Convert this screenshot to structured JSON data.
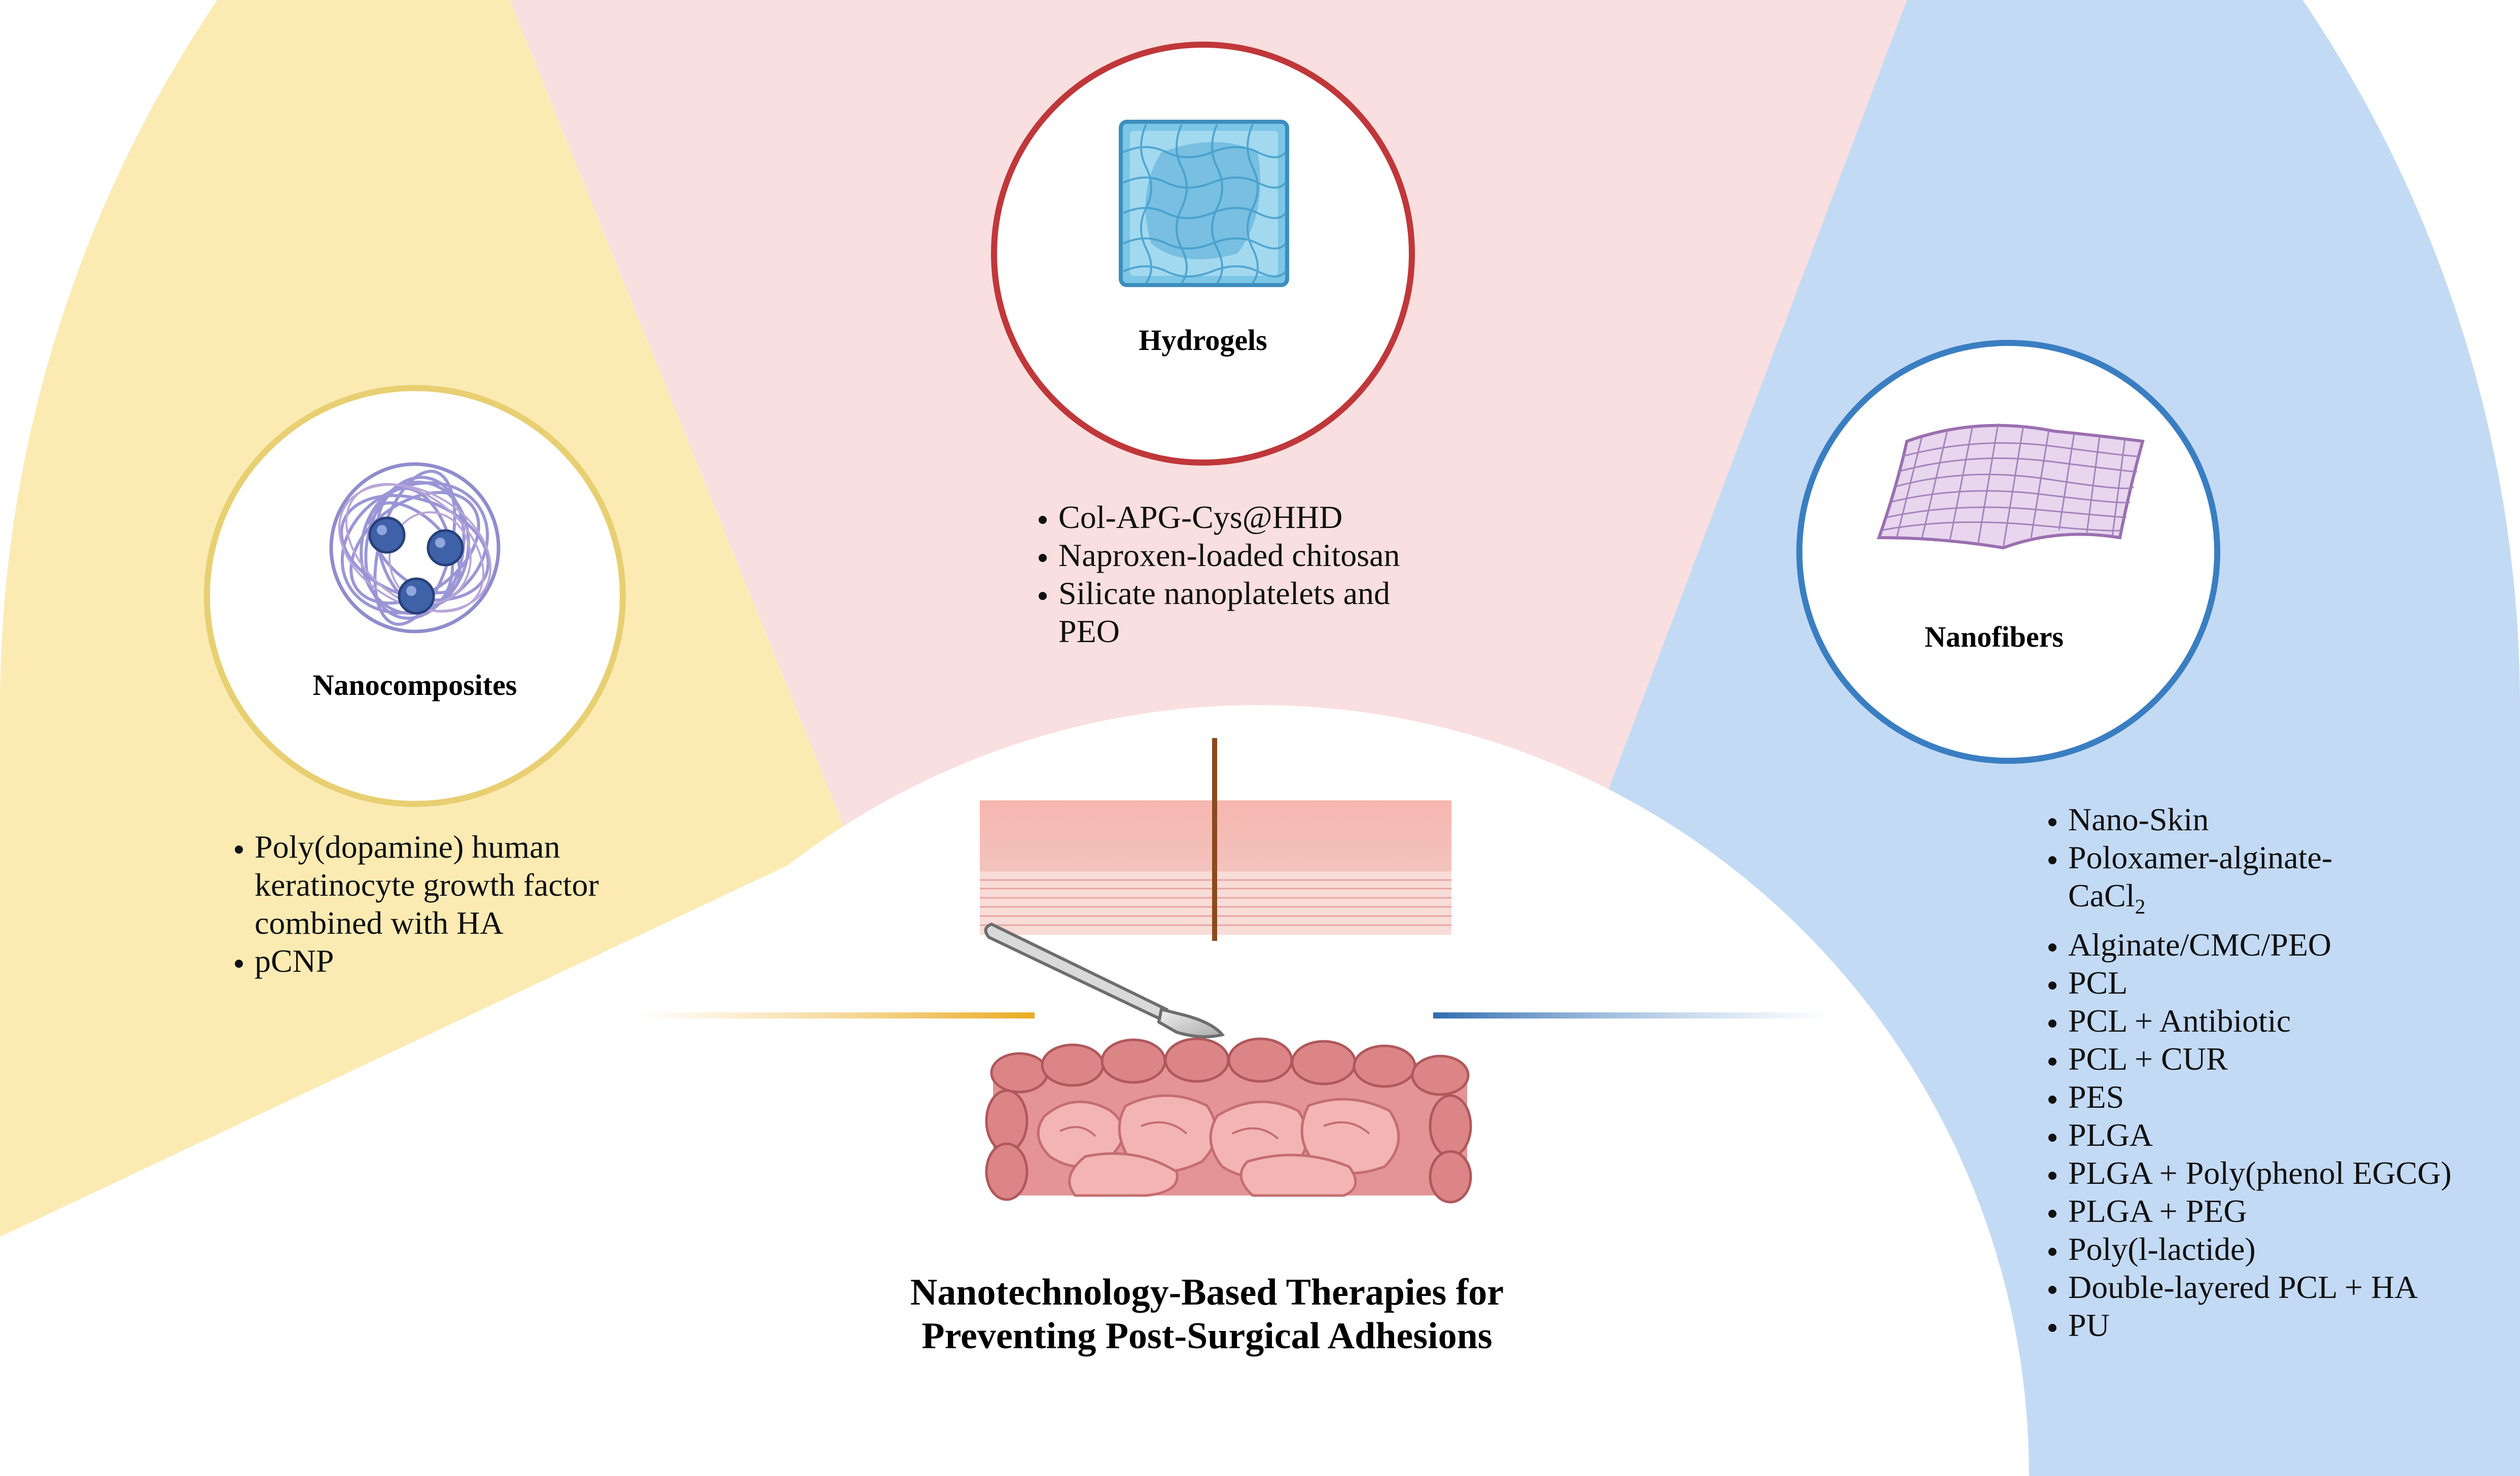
{
  "colors": {
    "nanocomposites_sector": "#fbebb3",
    "hydrogels_sector": "#f9dfdf",
    "nanofibers_sector": "#c3daf5",
    "nanocomposites_ring": "#e8cf72",
    "hydrogels_ring": "#c0373a",
    "nanofibers_ring": "#3a7ec2"
  },
  "title": {
    "line1": "Nanotechnology-Based Therapies for",
    "line2": "Preventing Post-Surgical Adhesions"
  },
  "sections": {
    "nanocomposites": {
      "label": "Nanocomposites",
      "icon": "nanoparticle-cluster-icon",
      "items": [
        "Poly(dopamine) human keratinocyte growth factor  combined with HA",
        "pCNP"
      ]
    },
    "hydrogels": {
      "label": "Hydrogels",
      "icon": "hydrogel-cube-icon",
      "items": [
        "Col-APG-Cys@HHD",
        "Naproxen-loaded chitosan",
        "Silicate nanoplatelets and PEO"
      ]
    },
    "nanofibers": {
      "label": "Nanofibers",
      "icon": "nanofiber-mesh-icon",
      "items": [
        "Nano-Skin",
        "Poloxamer-alginate-",
        "Alginate/CMC/PEO",
        "PCL",
        "PCL + Antibiotic",
        "PCL + CUR",
        "PES",
        "PLGA",
        "PLGA + Poly(phenol EGCG)",
        "PLGA + PEG",
        "Poly(l-lactide)",
        "Double-layered PCL + HA",
        "PU"
      ],
      "cacl_prefix": "CaCl",
      "cacl_subscript": "2"
    }
  },
  "illustration": {
    "icons": [
      "skin-layer-icon",
      "scalpel-icon",
      "intestines-icon"
    ]
  }
}
